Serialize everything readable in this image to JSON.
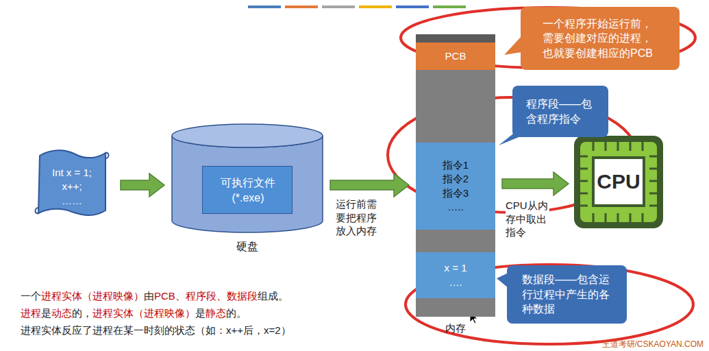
{
  "diagram": {
    "nodes": [
      {
        "text": [
          "Int x = 1;",
          "x++;",
          "……"
        ]
      },
      {
        "text": [
          "硬盘"
        ]
      },
      {
        "text": [
          "可执行文件 (*.exe)"
        ],
        "in": 1
      },
      {
        "text": [
          "内存"
        ]
      },
      {
        "text": [
          "PCB"
        ],
        "in": 3
      },
      {
        "text": [
          "指令1",
          "指令2",
          "指令3",
          "….."
        ],
        "in": 3
      },
      {
        "text": [
          "x = 1",
          "…."
        ],
        "in": 3
      },
      {
        "text": [
          "CPU"
        ]
      },
      {
        "text": [
          "一个程序开始运行前，需要创建对应的进程，也就要创建相应的PCB"
        ]
      },
      {
        "text": [
          "程序段——包含程序指令"
        ]
      },
      {
        "text": [
          "数据段——包含运行过程中产生的各种数据"
        ]
      }
    ],
    "edges": [
      {
        "from": 0,
        "to": 1,
        "arrow": "to"
      },
      {
        "from": 1,
        "to": 5,
        "label": "运行前需要把程序放入内存",
        "arrow": "to"
      },
      {
        "from": 5,
        "to": 7,
        "label": "CPU从内存中取出指令",
        "arrow": "to"
      }
    ],
    "labels": [
      "一个",
      "进程实体（进程映像）",
      "由",
      "PCB、程序段、数据段",
      "组成。",
      "进程",
      "是",
      "动态",
      "的，",
      "进程实体（进程映像）",
      "是",
      "静态",
      "的。",
      "进程实体反应了进程在某一时刻的状态（如：x++后，x=2）",
      "王道考研/CSKAOYAN.COM"
    ]
  }
}
